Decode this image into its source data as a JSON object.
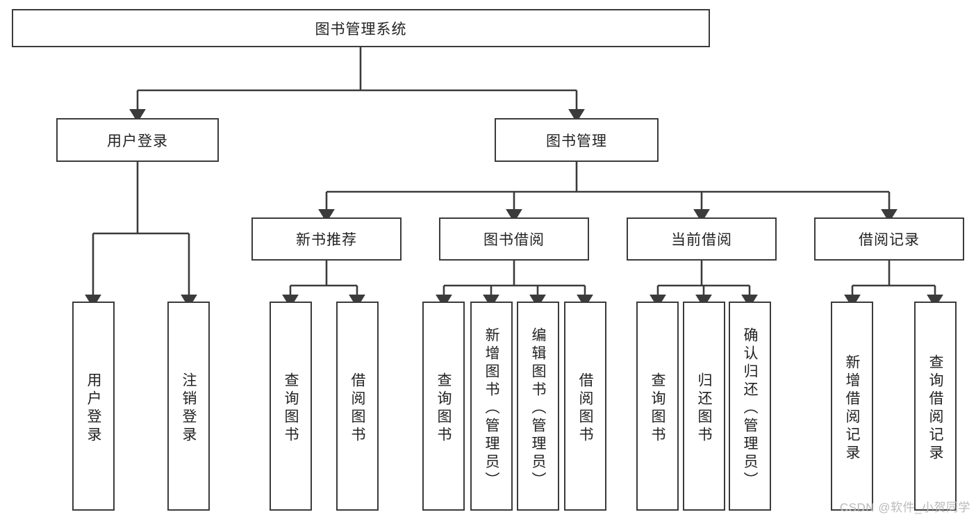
{
  "diagram": {
    "title": "图书管理系统",
    "root": {
      "label": "图书管理系统"
    },
    "level2": [
      {
        "label": "用户登录"
      },
      {
        "label": "图书管理"
      }
    ],
    "level3": [
      {
        "label": "新书推荐"
      },
      {
        "label": "图书借阅"
      },
      {
        "label": "当前借阅"
      },
      {
        "label": "借阅记录"
      }
    ],
    "leaves": [
      {
        "label": "用户登录"
      },
      {
        "label": "注销登录"
      },
      {
        "label": "查询图书"
      },
      {
        "label": "借阅图书"
      },
      {
        "label": "查询图书"
      },
      {
        "label": "新增图书（管理员）"
      },
      {
        "label": "编辑图书（管理员）"
      },
      {
        "label": "借阅图书"
      },
      {
        "label": "查询图书"
      },
      {
        "label": "归还图书"
      },
      {
        "label": "确认归还（管理员）"
      },
      {
        "label": "新增借阅记录"
      },
      {
        "label": "查询借阅记录"
      }
    ],
    "watermark": "CSDN @软件_小贺同学",
    "colors": {
      "stroke": "#3b3b3b",
      "fill": "#ffffff",
      "text": "#222222",
      "watermark": "#b9b9b9"
    }
  }
}
